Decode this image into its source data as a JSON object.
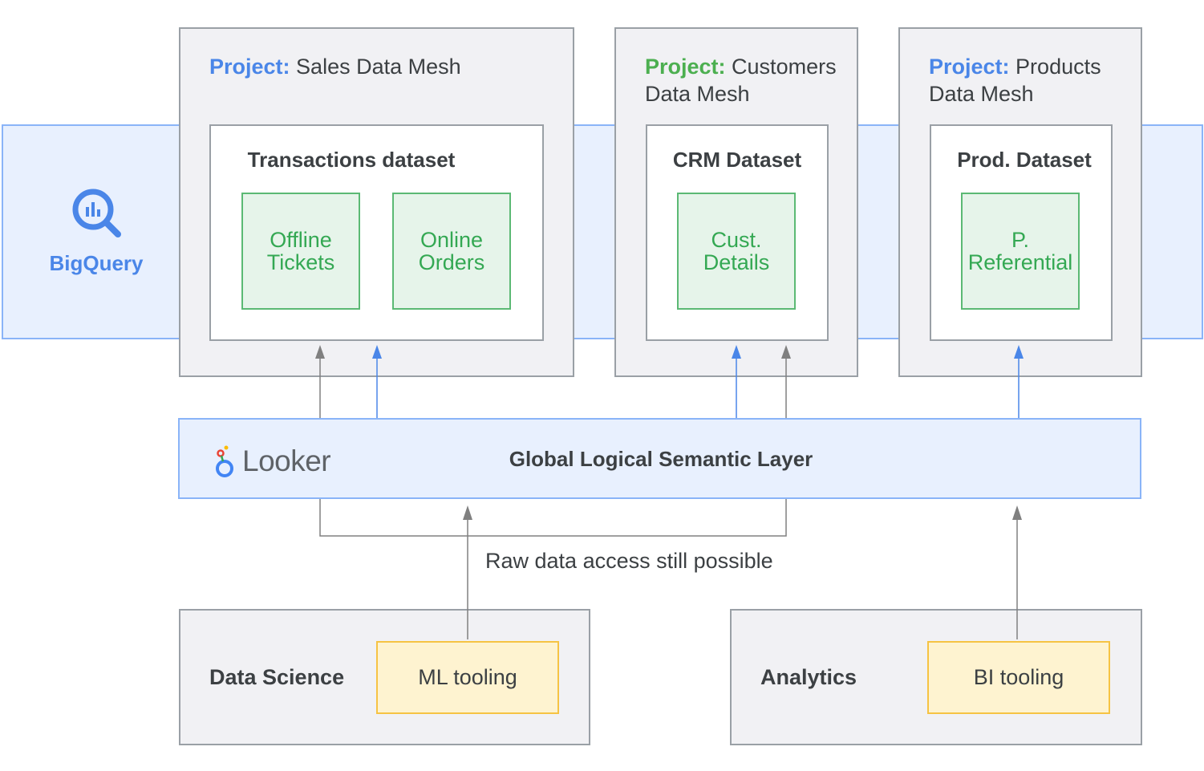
{
  "bigquery": {
    "label": "BigQuery",
    "icon": "bigquery-icon"
  },
  "projects": [
    {
      "key": "Project:",
      "key_color": "#4a86e8",
      "name": "Sales Data Mesh",
      "dataset": {
        "title": "Transactions dataset",
        "tables": [
          "Offline\nTickets",
          "Online\nOrders"
        ]
      }
    },
    {
      "key": "Project:",
      "key_color": "#4caf50",
      "name": "Customers\nData Mesh",
      "dataset": {
        "title": "CRM Dataset",
        "tables": [
          "Cust.\nDetails"
        ]
      }
    },
    {
      "key": "Project:",
      "key_color": "#4a86e8",
      "name": "Products\nData Mesh",
      "dataset": {
        "title": "Prod. Dataset",
        "tables": [
          "P.\nReferential"
        ]
      }
    }
  ],
  "semantic_layer": {
    "brand": "Looker",
    "brand_icon": "looker-icon",
    "title": "Global Logical Semantic Layer"
  },
  "raw_access_note": "Raw data access still possible",
  "consumers": [
    {
      "label": "Data Science",
      "tool": "ML tooling"
    },
    {
      "label": "Analytics",
      "tool": "BI tooling"
    }
  ],
  "colors": {
    "blue_accent": "#4a86e8",
    "green_accent": "#4caf50",
    "band_fill": "#e8f0fe",
    "table_fill": "#e6f4ea",
    "tool_fill": "#fef3d0",
    "arrow_gray": "#808080",
    "arrow_blue": "#4a86e8"
  }
}
